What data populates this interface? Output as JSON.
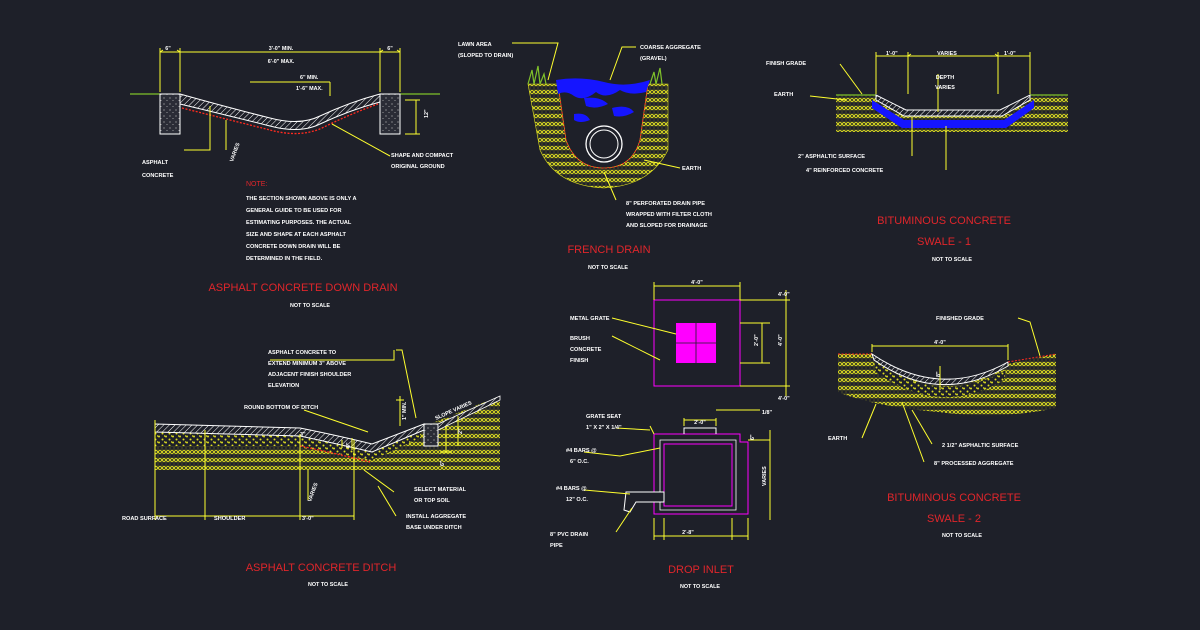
{
  "palette": {
    "background": "#1e2029",
    "dimension": "#ffff2e",
    "title": "#e0262b",
    "hatch": "#dede20",
    "grate": "#ff00ff",
    "aggregate": "#1515ff",
    "grass": "#7fc12a"
  },
  "down_drain": {
    "title": "ASPHALT CONCRETE DOWN DRAIN",
    "scale": "NOT TO SCALE",
    "dim_left": "6\"",
    "dim_mid": "3'-0\" MIN.",
    "dim_mid2": "6'-0\" MAX.",
    "dim_right": "6\"",
    "depth_a": "6\" MIN.",
    "depth_b": "1'-6\" MAX.",
    "dim_side": "12\"",
    "varies": "VARIES",
    "label_asphalt_1": "ASPHALT",
    "label_asphalt_2": "CONCRETE",
    "label_shape_1": "SHAPE AND COMPACT",
    "label_shape_2": "ORIGINAL GROUND",
    "note_title": "NOTE:",
    "note_lines": [
      "THE SECTION SHOWN ABOVE IS ONLY A",
      "GENERAL GUIDE TO BE USED FOR",
      "ESTIMATING PURPOSES.  THE ACTUAL",
      "SIZE AND SHAPE AT EACH ASPHALT",
      "CONCRETE DOWN DRAIN WILL BE",
      "DETERMINED IN THE FIELD."
    ]
  },
  "french_drain": {
    "title": "FRENCH DRAIN",
    "scale": "NOT TO SCALE",
    "lawn_1": "LAWN AREA",
    "lawn_2": "(SLOPED TO DRAIN)",
    "coarse_1": "COARSE AGGREGATE",
    "coarse_2": "(GRAVEL)",
    "earth": "EARTH",
    "pipe_1": "8\" PERFORATED DRAIN PIPE",
    "pipe_2": "WRAPPED WITH FILTER CLOTH",
    "pipe_3": "AND SLOPED FOR DRAINAGE"
  },
  "swale1": {
    "title_1": "BITUMINOUS CONCRETE",
    "title_2": "SWALE - 1",
    "scale": "NOT TO SCALE",
    "dim_left": "1'-0\"",
    "dim_mid": "VARIES",
    "dim_right": "1'-0\"",
    "depth_1": "DEPTH",
    "depth_2": "VARIES",
    "finish_grade": "FINISH GRADE",
    "earth": "EARTH",
    "surface": "2\" ASPHALTIC SURFACE",
    "reinforced": "4\" REINFORCED CONCRETE"
  },
  "ditch": {
    "title": "ASPHALT CONCRETE DITCH",
    "scale": "NOT TO SCALE",
    "extend_1": "ASPHALT CONCRETE TO",
    "extend_2": "EXTEND MINIMUM 3\" ABOVE",
    "extend_3": "ADJACENT FINISH SHOULDER",
    "extend_4": "ELEVATION",
    "round_bottom": "ROUND BOTTOM OF DITCH",
    "slope_varies": "SLOPE VARIES",
    "min_1": "1\" MIN.",
    "dim_3": "3\"",
    "dim_6a": "6\"",
    "dim_6b": "6\"",
    "dim_a": "2\"",
    "varies": "VARIES",
    "select_1": "SELECT MATERIAL",
    "select_2": "OR TOP SOIL",
    "install_1": "INSTALL AGGREGATE",
    "install_2": "BASE UNDER DITCH",
    "road": "ROAD SURFACE",
    "shoulder": "SHOULDER",
    "dim_bottom": "3'-0\""
  },
  "inlet_plan": {
    "dim_top": "4'-0\"",
    "dim_r1": "4'-0\"",
    "dim_r2": "2'-0\"",
    "dim_r3": "4'-0\"",
    "dim_r4": "4'-0\"",
    "metal_grate": "METAL GRATE",
    "brush_1": "BRUSH",
    "brush_2": "CONCRETE",
    "brush_3": "FINISH"
  },
  "drop_inlet": {
    "title": "DROP INLET",
    "scale": "NOT TO SCALE",
    "seat_1": "GRATE SEAT",
    "seat_2": "1\" X 2\" X 1/4\"",
    "dim_top": "2'-0\"",
    "dim_eighth": "1/8\"",
    "dim_six": "6\"",
    "varies": "VARIES",
    "bars1_1": "#4 BARS @",
    "bars1_2": "6\" O.C.",
    "bars2_1": "#4 BARS @",
    "bars2_2": "12\" O.C.",
    "pvc_1": "8\" PVC DRAIN",
    "pvc_2": "PIPE",
    "dim_bottom": "2'-8\""
  },
  "swale2": {
    "title_1": "BITUMINOUS CONCRETE",
    "title_2": "SWALE - 2",
    "scale": "NOT TO SCALE",
    "finished_grade": "FINISHED GRADE",
    "dim_top": "4'-0\"",
    "dim_depth": "8\"",
    "earth": "EARTH",
    "surface": "2 1/2\" ASPHALTIC SURFACE",
    "aggregate": "8\" PROCESSED AGGREGATE"
  }
}
